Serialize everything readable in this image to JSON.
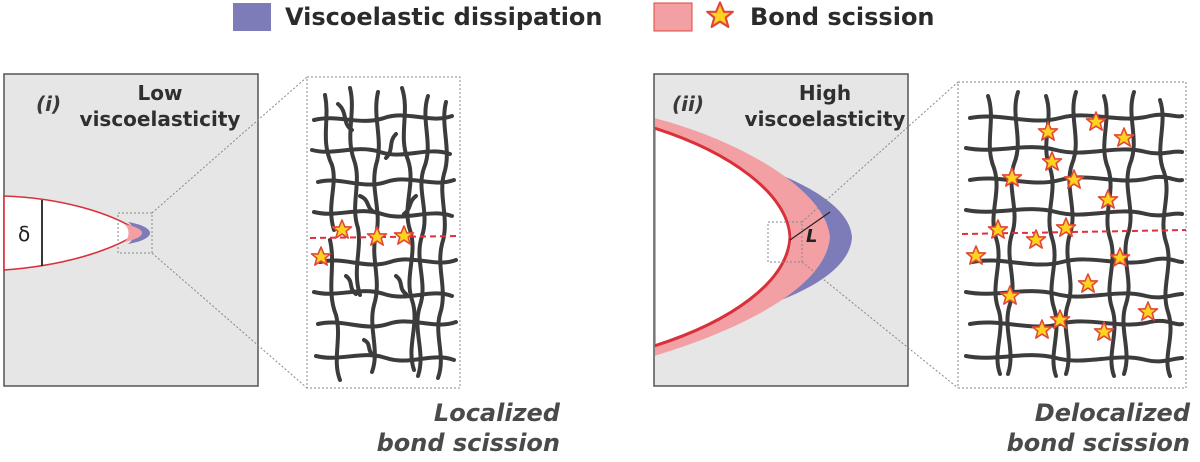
{
  "legend": {
    "dissipation_label": "Viscoelastic dissipation",
    "scission_label": "Bond scission",
    "dissipation_color": "#7d7bb8",
    "scission_color": "#f2a0a4",
    "star_color": "#ffd21f",
    "star_outline": "#e0483a"
  },
  "panel_left": {
    "number": "(i)",
    "title_line1": "Low",
    "title_line2": "viscoelasticity",
    "crack_opening": "δ",
    "caption_line1": "Localized",
    "caption_line2": "bond scission"
  },
  "panel_right": {
    "number": "(ii)",
    "title_line1": "High",
    "title_line2": "viscoelasticity",
    "zone_length": "L",
    "caption_line1": "Delocalized",
    "caption_line2": "bond scission"
  },
  "colors": {
    "panel_fill": "#e6e6e6",
    "panel_border": "#555555",
    "crack_edge": "#d9303a",
    "network": "#3c3c3c",
    "dash_line": "#e0303a"
  }
}
